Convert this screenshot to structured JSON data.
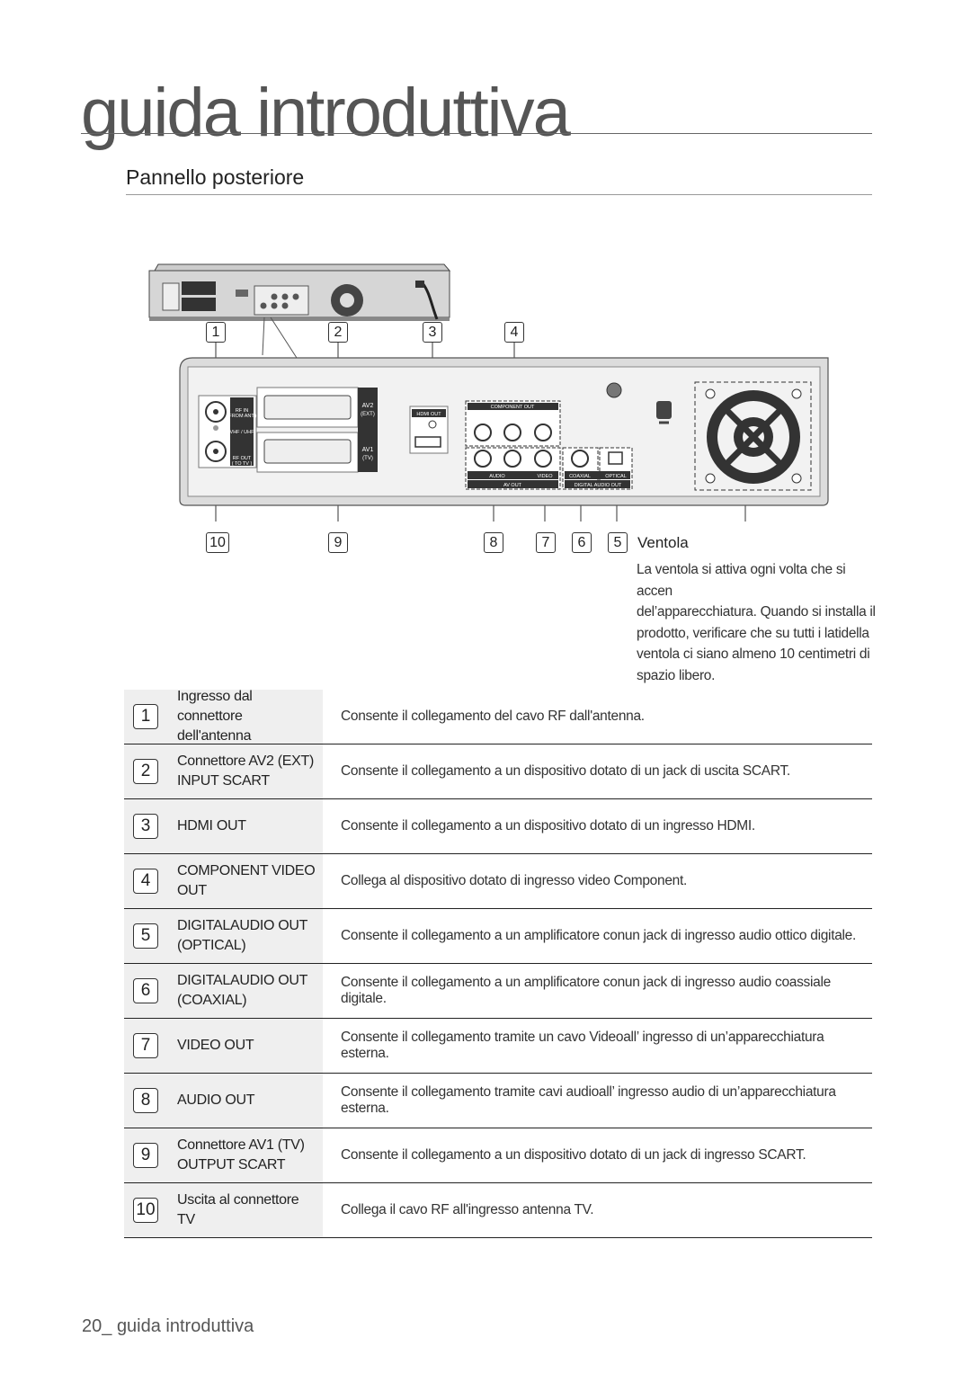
{
  "chapter_title": "guida introduttiva",
  "section_title": "Pannello posteriore",
  "callouts": {
    "n1": "1",
    "n2": "2",
    "n3": "3",
    "n4": "4",
    "n10": "10",
    "n9": "9",
    "n8": "8",
    "n7": "7",
    "n6": "6",
    "n5": "5"
  },
  "panel_labels": {
    "rf_in": "RF IN",
    "rf_in_sub": "(FROM ANT.)",
    "vhf": "VHF / UHF",
    "rf_out": "RF OUT",
    "rf_out_sub": "( TO TV )",
    "av2": "AV2",
    "av2_sub": "(EXT)",
    "av1": "AV1",
    "av1_sub": "(TV)",
    "hdmi_out": "HDMI OUT",
    "component_out": "COMPONENT OUT",
    "audio": "AUDIO",
    "video": "VIDEO",
    "av_out": "AV OUT",
    "coaxial": "COAXIAL",
    "optical": "OPTICAL",
    "digital_audio_out": "DIGITAL AUDIO OUT"
  },
  "ventola": {
    "label": "Ventola",
    "description": "La ventola si attiva ogni volta che si accen\ndel’apparecchiatura. Quando si installa il\nprodotto, verificare che su tutti i latidella\nventola ci siano almeno 10 centimetri di\nspazio libero."
  },
  "rows": [
    {
      "num": "1",
      "name": "Ingresso dal connettore\ndell'antenna",
      "desc": "Consente il collegamento del cavo RF dall'antenna."
    },
    {
      "num": "2",
      "name": "Connettore AV2 (EXT)\nINPUT SCART",
      "desc": "Consente il collegamento a un dispositivo dotato di un jack di uscita SCART."
    },
    {
      "num": "3",
      "name": "HDMI OUT",
      "desc": "Consente il collegamento a un dispositivo dotato di un ingresso HDMI."
    },
    {
      "num": "4",
      "name": "COMPONENT VIDEO\nOUT",
      "desc": "Collega al dispositivo dotato di ingresso video Component."
    },
    {
      "num": "5",
      "name": "DIGITALAUDIO OUT\n(OPTICAL)",
      "desc": "Consente il collegamento a un amplificatore conun jack di ingresso audio ottico digitale."
    },
    {
      "num": "6",
      "name": "DIGITALAUDIO OUT\n(COAXIAL)",
      "desc": "Consente il collegamento a un amplificatore conun jack di ingresso audio coassiale digitale."
    },
    {
      "num": "7",
      "name": "VIDEO OUT",
      "desc": "Consente il collegamento tramite un cavo Videoall’ ingresso di un’apparecchiatura esterna."
    },
    {
      "num": "8",
      "name": "AUDIO OUT",
      "desc": "Consente il collegamento tramite cavi audioall’ ingresso audio di un’apparecchiatura esterna."
    },
    {
      "num": "9",
      "name": "Connettore AV1 (TV)\nOUTPUT SCART",
      "desc": "Consente il collegamento a un dispositivo dotato di un jack di ingresso SCART."
    },
    {
      "num": "10",
      "name": "Uscita al connettore\nTV",
      "desc": "Collega il cavo RF all'ingresso antenna TV."
    }
  ],
  "footer": {
    "page": "20_",
    "text": "guida introduttiva"
  }
}
